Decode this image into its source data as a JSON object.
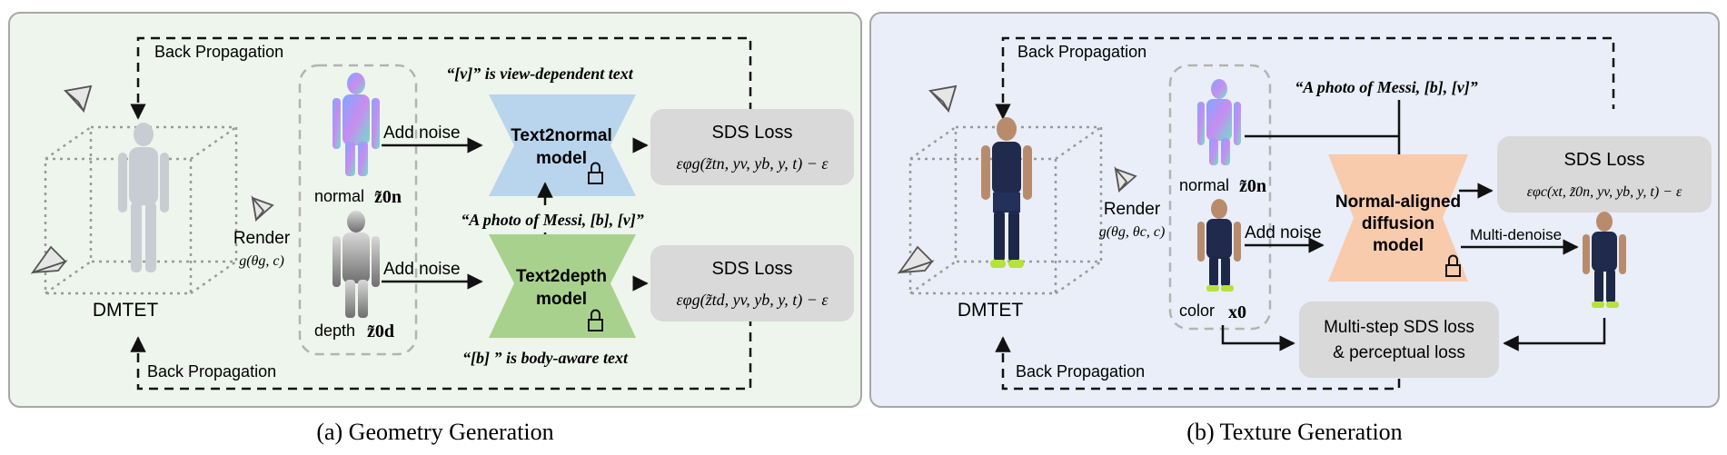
{
  "panel_a": {
    "caption": "(a) Geometry Generation",
    "back_prop_top": "Back Propagation",
    "back_prop_bottom": "Back Propagation",
    "dmtet": "DMTET",
    "render": "Render",
    "render_func": "g(θg, c)",
    "normal_label": "normal",
    "depth_label": "depth",
    "add_noise_top": "Add noise",
    "add_noise_bottom": "Add noise",
    "v_text": "“[v]” is view-dependent text",
    "prompt": "“A photo of Messi, [b], [v]”",
    "b_text": "“[b] ” is body-aware text",
    "model_top": [
      "Text2normal",
      "model"
    ],
    "model_bottom": [
      "Text2depth",
      "model"
    ],
    "sds_top": "SDS Loss",
    "sds_bottom": "SDS Loss",
    "formula_top": "εφg(z̃tn, yv, yb, y, t) − ε",
    "formula_bottom": "εφg(z̃td, yv, yb, y, t) − ε",
    "normal_sym": "z̃0n",
    "depth_sym": "z̃0d"
  },
  "panel_b": {
    "caption": "(b) Texture Generation",
    "back_prop_top": "Back Propagation",
    "back_prop_bottom": "Back Propagation",
    "dmtet": "DMTET",
    "render": "Render",
    "render_func": "g(θg, θc, c)",
    "normal_label": "normal",
    "color_label": "color",
    "add_noise": "Add noise",
    "prompt": "“A photo of Messi, [b], [v]”",
    "model": [
      "Normal-aligned",
      "diffusion",
      "model"
    ],
    "sds": "SDS Loss",
    "formula": "εφc(xt, z̃0n, yv, yb, y, t) − ε",
    "multi_denoise": "Multi-denoise",
    "multi_loss": [
      "Multi-step SDS loss",
      "& perceptual loss"
    ],
    "normal_sym": "z̃0n",
    "color_sym": "x0"
  },
  "colors": {
    "panel_a_bg": "#eef5ec",
    "panel_b_bg": "#e9eef8",
    "normal_model": "#b9d5ee",
    "depth_model": "#a9d18e",
    "texture_model": "#f8cbad",
    "loss_box": "#d9d9d9"
  }
}
